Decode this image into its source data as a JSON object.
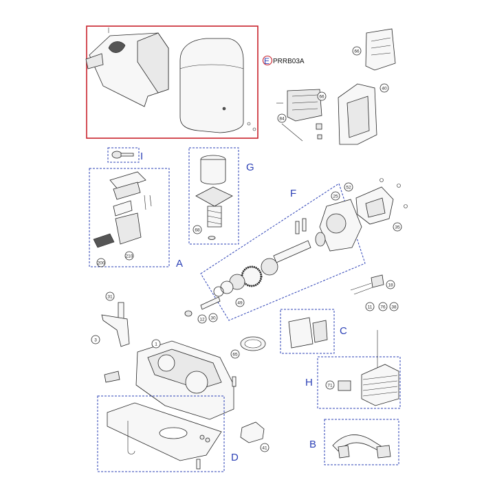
{
  "groups": {
    "E": {
      "letter": "E",
      "code": "PRRB03A"
    },
    "I": {
      "letter": "I"
    },
    "G": {
      "letter": "G"
    },
    "F": {
      "letter": "F"
    },
    "A": {
      "letter": "A"
    },
    "C": {
      "letter": "C"
    },
    "H": {
      "letter": "H"
    },
    "B": {
      "letter": "B"
    },
    "D": {
      "letter": "D"
    }
  },
  "parts": {
    "p66a": "66",
    "p66b": "66",
    "p40": "40",
    "p84": "84",
    "p52": "52",
    "p25": "25",
    "p35": "35",
    "p68": "68",
    "p200": "200",
    "p210": "210",
    "p49": "49",
    "p12": "12",
    "p30": "30",
    "p18": "18",
    "p11": "11",
    "p76": "76",
    "p38": "38",
    "p31": "31",
    "p3": "3",
    "p1": "1",
    "p65": "65",
    "p71": "71",
    "p41": "41"
  },
  "colors": {
    "accent": "#2a3fb5",
    "highlight": "#c8202a"
  }
}
